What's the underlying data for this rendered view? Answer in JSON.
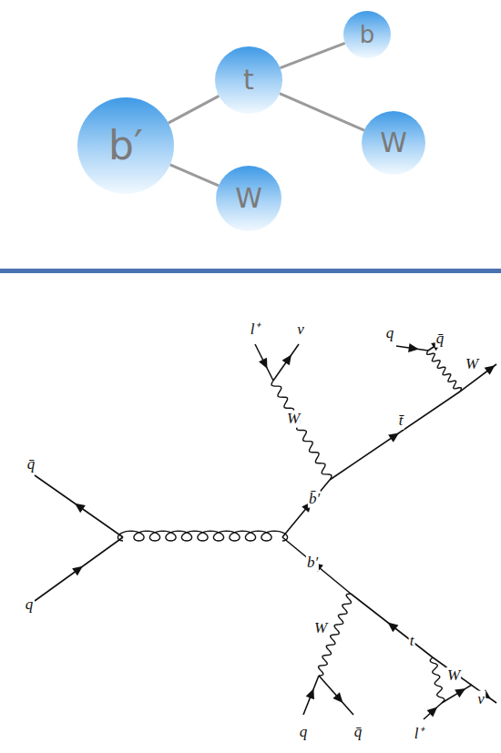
{
  "diagram": {
    "nodes": [
      {
        "text": [
          "b′"
        ]
      },
      {
        "text": [
          "t"
        ]
      },
      {
        "text": [
          "b"
        ]
      },
      {
        "text": [
          "W"
        ]
      },
      {
        "text": [
          "W"
        ]
      }
    ],
    "edges": [
      {
        "from": 0,
        "to": 1,
        "arrow": "none"
      },
      {
        "from": 1,
        "to": 2,
        "arrow": "none"
      },
      {
        "from": 1,
        "to": 3,
        "arrow": "none"
      },
      {
        "from": 0,
        "to": 4,
        "arrow": "none"
      }
    ],
    "labels": [
      "l⁺",
      "ν",
      "q",
      "q̄",
      "W",
      "q̄",
      "W",
      "t̄",
      "b̄′",
      "q",
      "b′",
      "W",
      "t",
      "W",
      "q",
      "q̄",
      "l⁺",
      "ν"
    ]
  }
}
